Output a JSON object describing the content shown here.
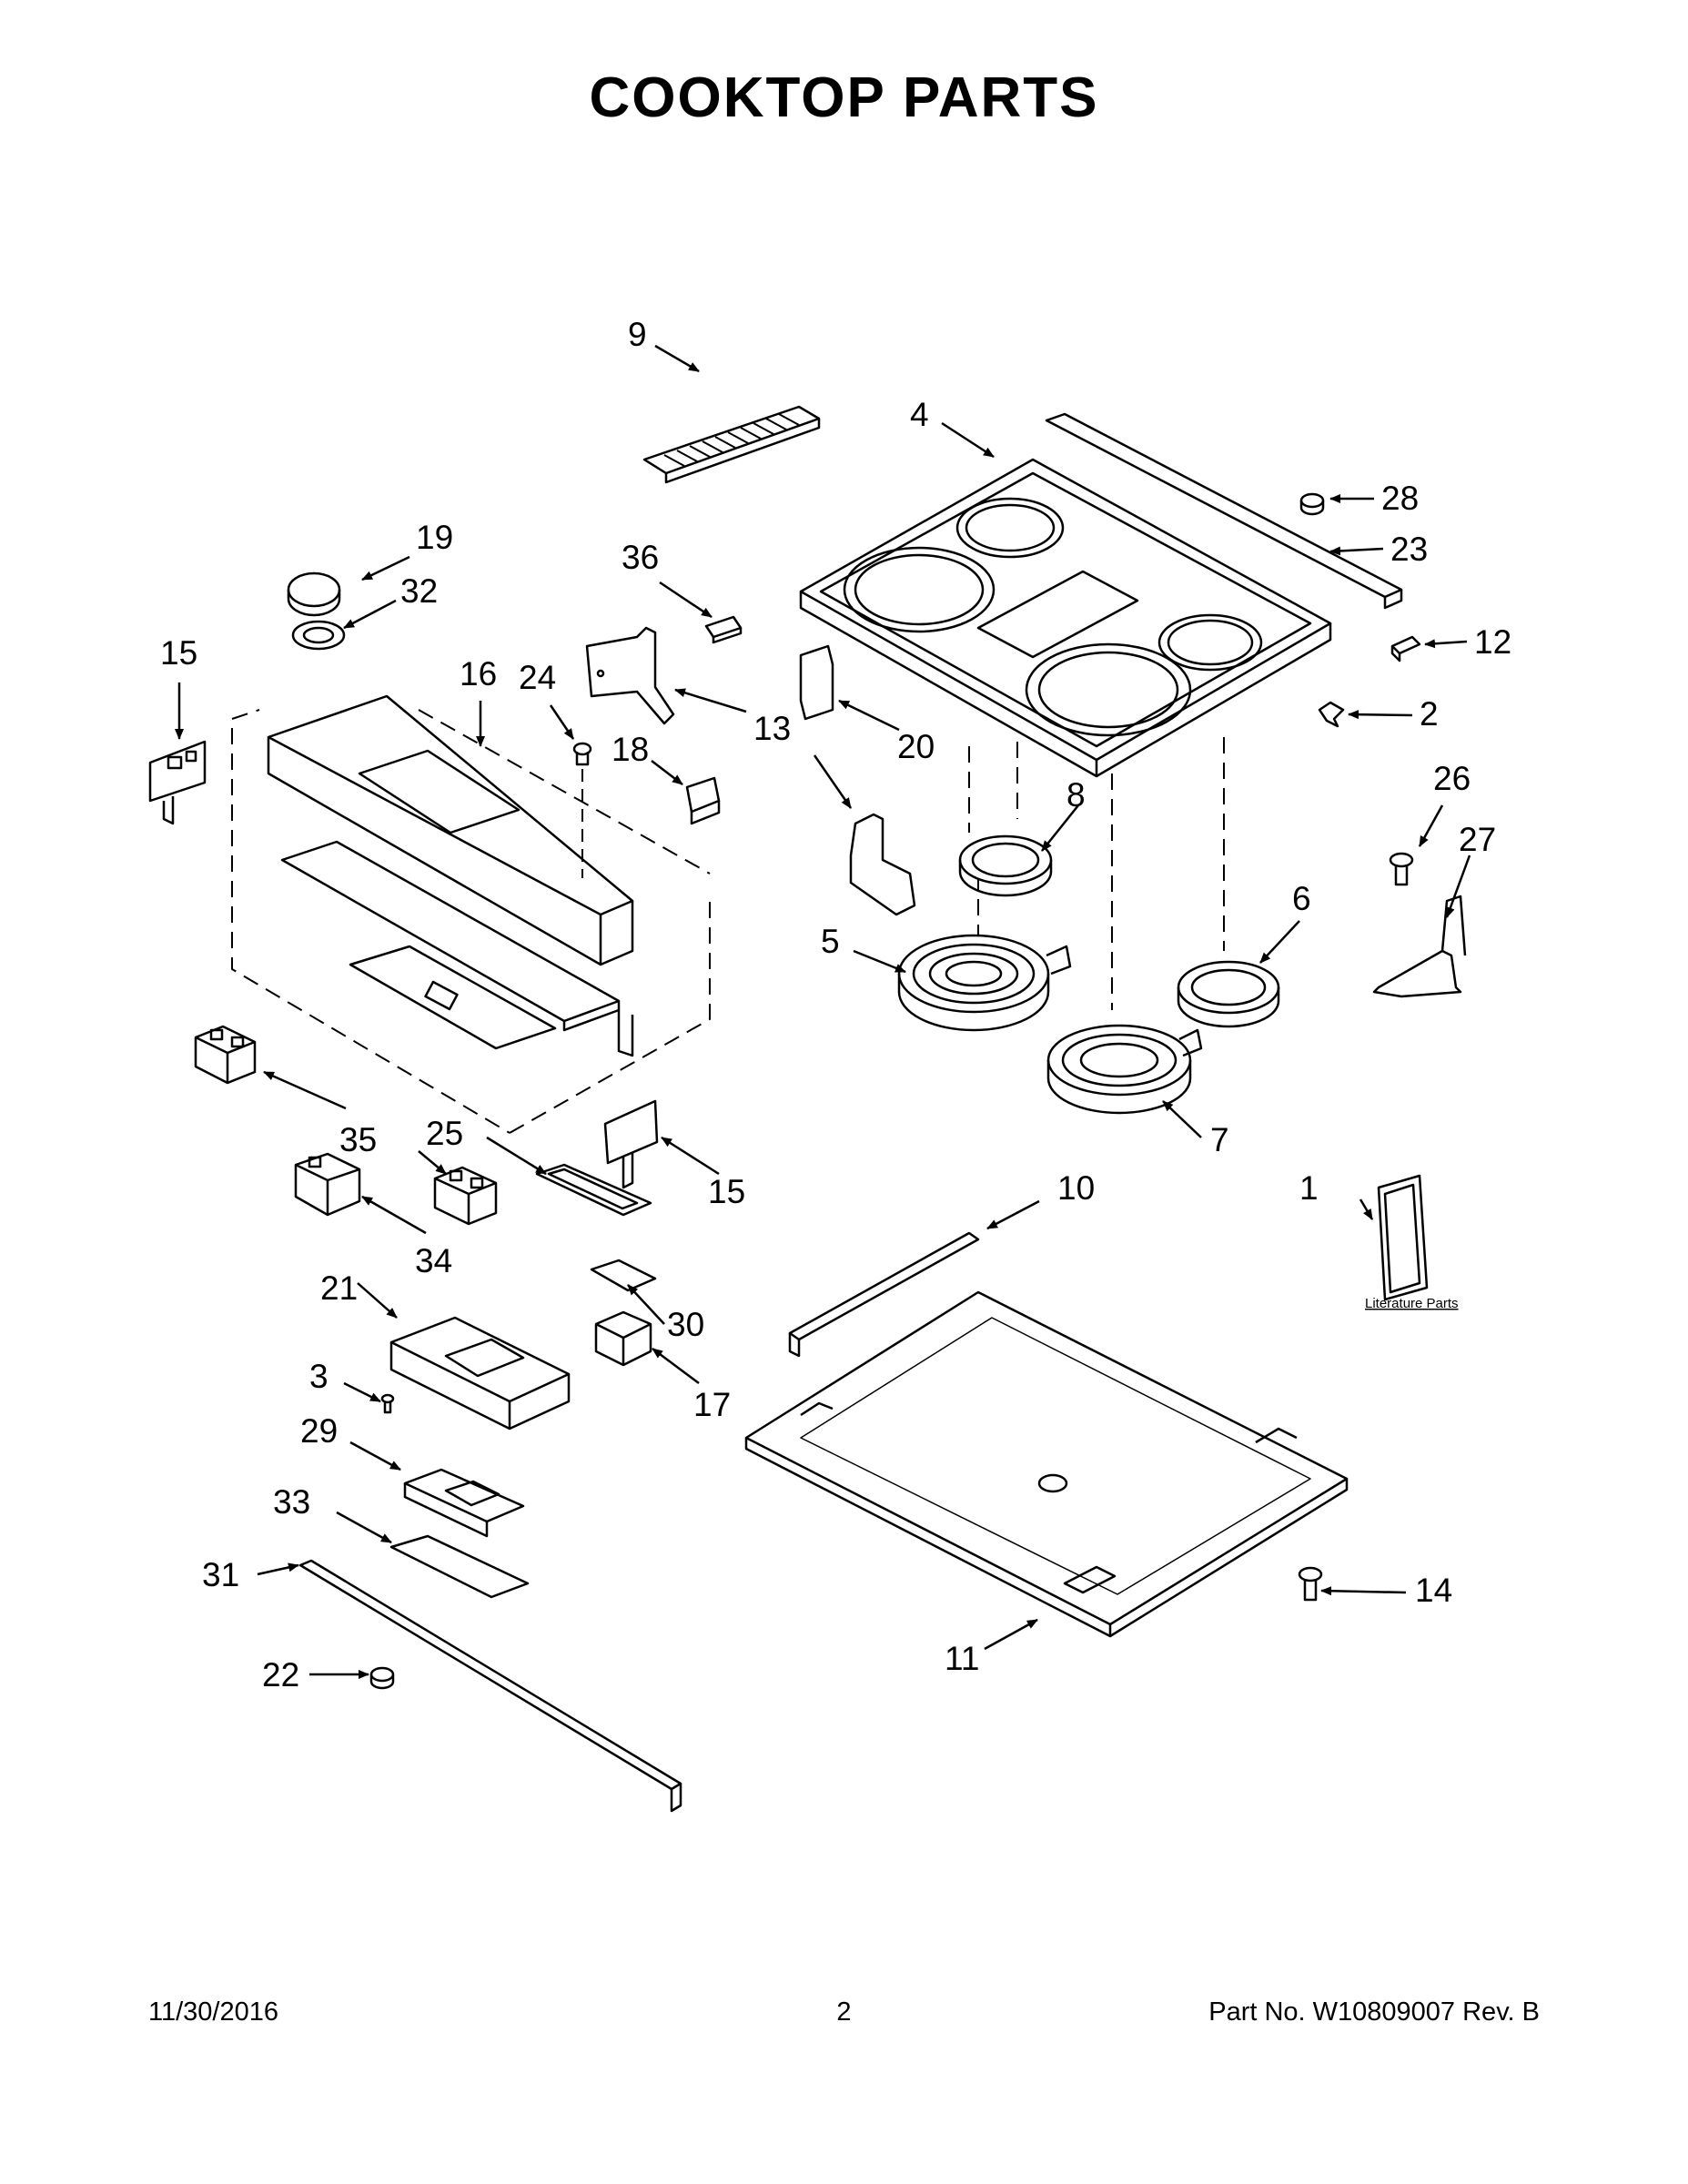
{
  "title": "COOKTOP PARTS",
  "literature_label": "Literature Parts",
  "callouts": [
    "9",
    "4",
    "28",
    "23",
    "12",
    "2",
    "19",
    "32",
    "15",
    "16",
    "24",
    "36",
    "18",
    "13",
    "20",
    "8",
    "26",
    "27",
    "6",
    "5",
    "7",
    "35",
    "25",
    "15",
    "34",
    "10",
    "1",
    "21",
    "30",
    "17",
    "3",
    "29",
    "33",
    "31",
    "14",
    "11",
    "22"
  ],
  "footer": {
    "date": "11/30/2016",
    "page": "2",
    "part_no": "Part No.  W10809007  Rev.  B"
  }
}
